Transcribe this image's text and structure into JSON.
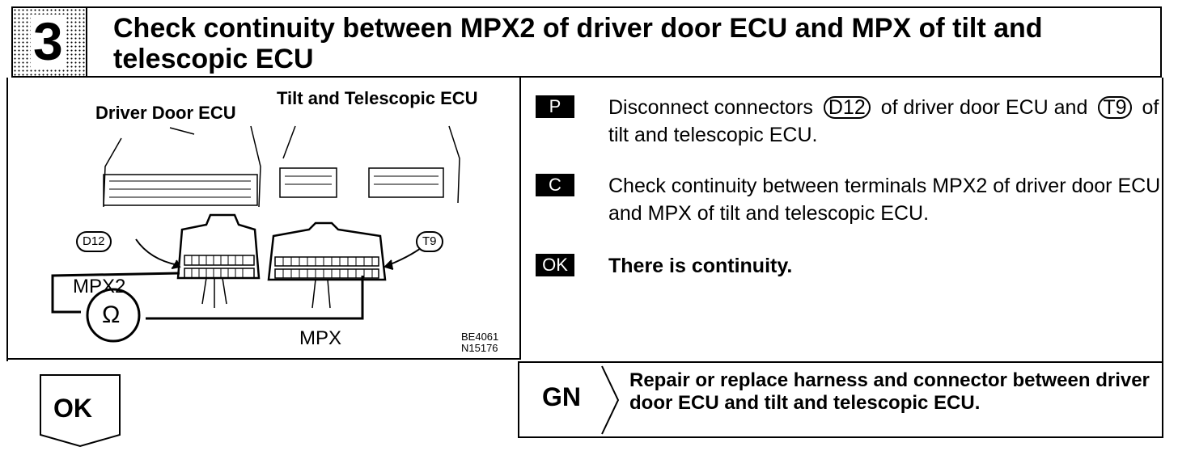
{
  "header": {
    "step_number": "3",
    "title": "Check continuity between MPX2 of driver door ECU and MPX of tilt and telescopic ECU"
  },
  "figure": {
    "driver_door_label": "Driver Door ECU",
    "tilt_label": "Tilt and Telescopic ECU",
    "connector_left": "D12",
    "connector_right": "T9",
    "terminal_left": "MPX2",
    "terminal_right": "MPX",
    "ohm_symbol": "Ω",
    "code_1": "BE4061",
    "code_2": "N15176"
  },
  "steps": [
    {
      "tag": "P",
      "text_1": "Disconnect connectors",
      "connector_1": "D12",
      "text_2": "of driver door ECU and",
      "connector_2": "T9",
      "text_3": "of tilt and telescopic ECU."
    },
    {
      "tag": "C",
      "text": "Check continuity between terminals MPX2 of driver door ECU and MPX of tilt and telescopic ECU."
    },
    {
      "tag": "OK",
      "text": "There is continuity."
    }
  ],
  "result_ng": {
    "label": "GN",
    "text": "Repair or replace harness and connector between driver door ECU and tilt and telescopic ECU."
  },
  "result_ok": {
    "label": "OK"
  }
}
